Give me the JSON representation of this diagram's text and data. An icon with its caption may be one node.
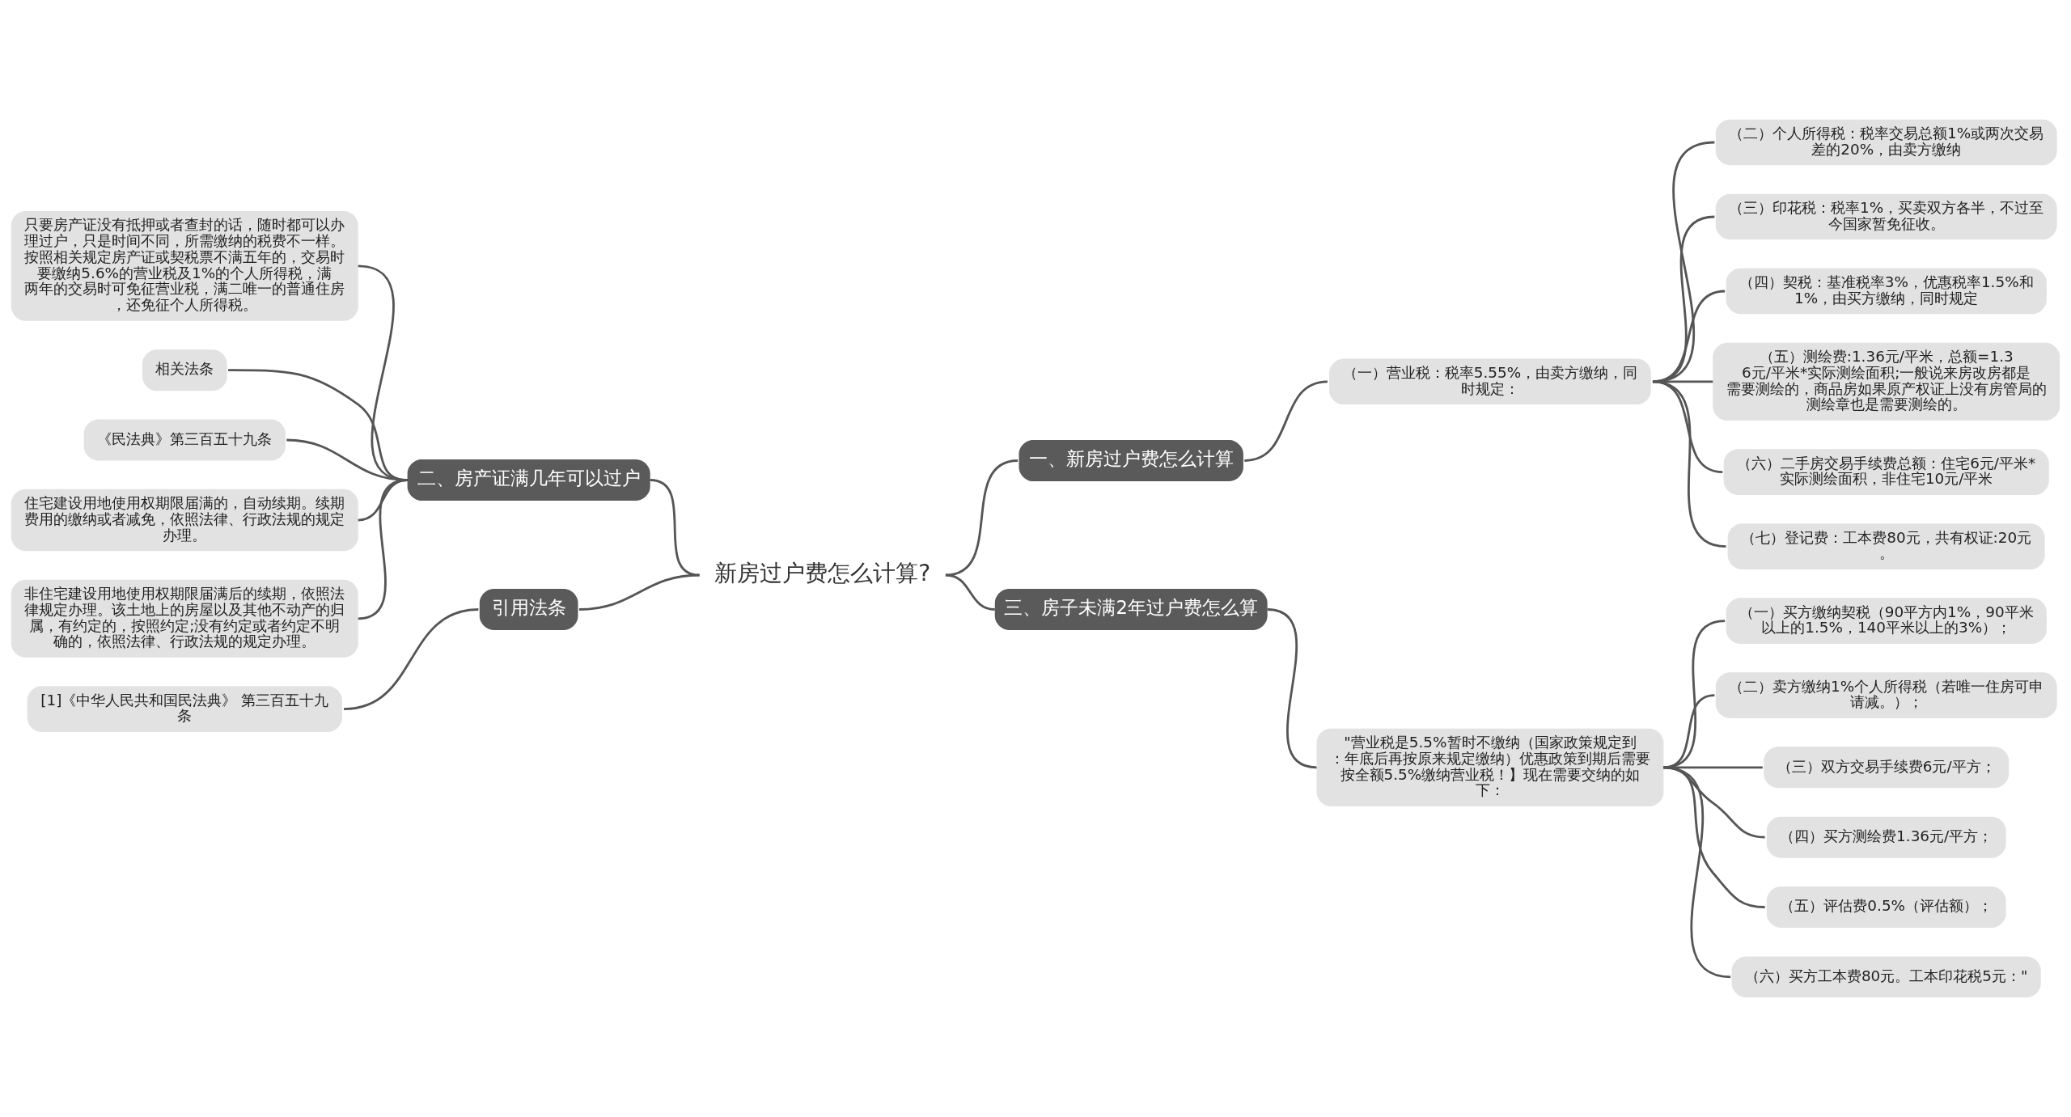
{
  "diagram": {
    "nodes": [
      {
        "text": [
          "新房过户费怎么计算?"
        ]
      },
      {
        "text": [
          "二、房产证满几年可以过户"
        ]
      },
      {
        "text": [
          "只要房产证没有抵押或者查封的话，随时都可以办理过户，只是时间不同，所需缴纳的税费不一样。按照相关规定房产证或契税票不满五年的，交易时要缴纳5.6%的营业税及1%的个人所得税，满两年的交易时可免征营业税，满二唯一的普通住房，还免征个人所得税。"
        ]
      },
      {
        "text": [
          "相关法条"
        ]
      },
      {
        "text": [
          "《民法典》第三百五十九条"
        ]
      },
      {
        "text": [
          "住宅建设用地使用权期限届满的，自动续期。续期费用的缴纳或者减免，依照法律、行政法规的规定办理。"
        ]
      },
      {
        "text": [
          "非住宅建设用地使用权期限届满后的续期，依照法律规定办理。该土地上的房屋以及其他不动产的归属，有约定的，按照约定;没有约定或者约定不明确的，依照法律、行政法规的规定办理。"
        ]
      },
      {
        "text": [
          "引用法条"
        ]
      },
      {
        "text": [
          "[1]《中华人民共和国民法典》 第三百五十九条"
        ]
      },
      {
        "text": [
          "一、新房过户费怎么计算"
        ]
      },
      {
        "text": [
          "（一）营业税：税率5.55%，由卖方缴纳，同时规定："
        ]
      },
      {
        "text": [
          "（二）个人所得税：税率交易总额1%或两次交易差的20%，由卖方缴纳"
        ]
      },
      {
        "text": [
          "（三）印花税：税率1%，买卖双方各半，不过至今国家暂免征收。"
        ]
      },
      {
        "text": [
          "（四）契税：基准税率3%，优惠税率1.5%和1%，由买方缴纳，同时规定"
        ]
      },
      {
        "text": [
          "（五）测绘费:1.36元/平米，总额=1.36元/平米*实际测绘面积;一般说来房改房都是需要测绘的，商品房如果原产权证上没有房管局的测绘章也是需要测绘的。"
        ]
      },
      {
        "text": [
          "（六）二手房交易手续费总额：住宅6元/平米*实际测绘面积，非住宅10元/平米"
        ]
      },
      {
        "text": [
          "（七）登记费：工本费80元，共有权证:20元。"
        ]
      },
      {
        "text": [
          "三、房子未满2年过户费怎么算"
        ]
      },
      {
        "text": [
          "\"营业税是5.5%暂时不缴纳（国家政策规定到：年底后再按原来规定缴纳）优惠政策到期后需要按全额5.5%缴纳营业税！】现在需要交纳的如下："
        ]
      },
      {
        "text": [
          "（一）买方缴纳契税（90平方内1%，90平米以上的1.5%，140平米以上的3%）；"
        ]
      },
      {
        "text": [
          "（二）卖方缴纳1%个人所得税（若唯一住房可申请减。）；"
        ]
      },
      {
        "text": [
          "（三）双方交易手续费6元/平方；"
        ]
      },
      {
        "text": [
          "（四）买方测绘费1.36元/平方；"
        ]
      },
      {
        "text": [
          "（五）评估费0.5%（评估额）；"
        ]
      },
      {
        "text": [
          "（六）买方工本费80元。工本印花税5元：\""
        ]
      }
    ],
    "edges": [
      {
        "from": 0,
        "to": 1,
        "arrow": "none"
      },
      {
        "from": 1,
        "to": 2,
        "arrow": "none"
      },
      {
        "from": 1,
        "to": 3,
        "arrow": "none"
      },
      {
        "from": 1,
        "to": 4,
        "arrow": "none"
      },
      {
        "from": 1,
        "to": 5,
        "arrow": "none"
      },
      {
        "from": 1,
        "to": 6,
        "arrow": "none"
      },
      {
        "from": 0,
        "to": 7,
        "arrow": "none"
      },
      {
        "from": 7,
        "to": 8,
        "arrow": "none"
      },
      {
        "from": 0,
        "to": 9,
        "arrow": "none"
      },
      {
        "from": 9,
        "to": 10,
        "arrow": "none"
      },
      {
        "from": 10,
        "to": 11,
        "arrow": "none"
      },
      {
        "from": 10,
        "to": 12,
        "arrow": "none"
      },
      {
        "from": 10,
        "to": 13,
        "arrow": "none"
      },
      {
        "from": 10,
        "to": 14,
        "arrow": "none"
      },
      {
        "from": 10,
        "to": 15,
        "arrow": "none"
      },
      {
        "from": 10,
        "to": 16,
        "arrow": "none"
      },
      {
        "from": 0,
        "to": 17,
        "arrow": "none"
      },
      {
        "from": 17,
        "to": 18,
        "arrow": "none"
      },
      {
        "from": 18,
        "to": 19,
        "arrow": "none"
      },
      {
        "from": 18,
        "to": 20,
        "arrow": "none"
      },
      {
        "from": 18,
        "to": 21,
        "arrow": "none"
      },
      {
        "from": 18,
        "to": 22,
        "arrow": "none"
      },
      {
        "from": 18,
        "to": 23,
        "arrow": "none"
      },
      {
        "from": 18,
        "to": 24,
        "arrow": "none"
      }
    ]
  }
}
